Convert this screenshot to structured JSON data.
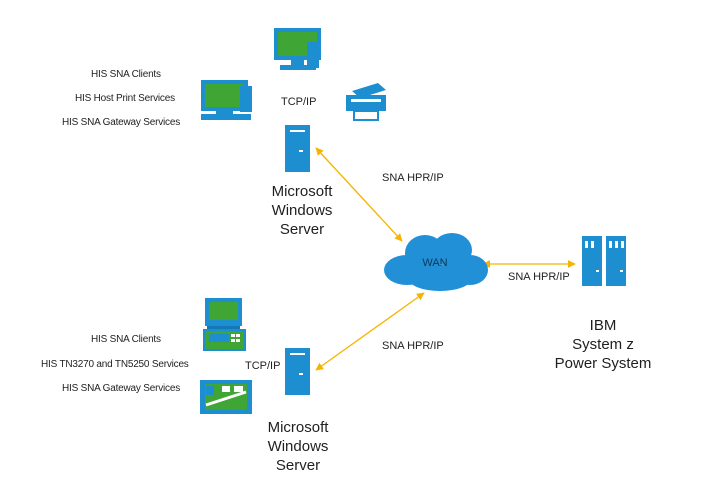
{
  "top_site": {
    "services": [
      "HIS SNA Clients",
      "HIS Host Print Services",
      "HIS SNA Gateway Services"
    ],
    "protocol": "TCP/IP",
    "server_lines": [
      "Microsoft",
      "Windows",
      "Server"
    ]
  },
  "bottom_site": {
    "services": [
      "HIS SNA Clients",
      "HIS TN3270 and TN5250 Services",
      "HIS SNA Gateway Services"
    ],
    "protocol": "TCP/IP",
    "server_lines": [
      "Microsoft",
      "Windows",
      "Server"
    ]
  },
  "links": {
    "top_link": "SNA HPR/IP",
    "bottom_link": "SNA HPR/IP",
    "host_link": "SNA HPR/IP"
  },
  "cloud": {
    "label": "WAN"
  },
  "host": {
    "lines": [
      "IBM",
      "System z",
      "Power System"
    ]
  },
  "colors": {
    "link": "#f5b400",
    "device": "#1d8fd1",
    "device_dark": "#1479b8",
    "screen": "#3fa535",
    "cloud": "#2290d6"
  }
}
